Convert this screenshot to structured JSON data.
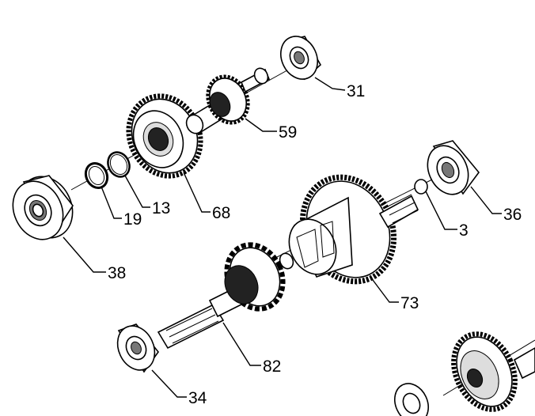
{
  "parts": [
    {
      "id": "label-31",
      "text": "31"
    },
    {
      "id": "label-59",
      "text": "59"
    },
    {
      "id": "label-68",
      "text": "68"
    },
    {
      "id": "label-13",
      "text": "13"
    },
    {
      "id": "label-19",
      "text": "19"
    },
    {
      "id": "label-38",
      "text": "38"
    },
    {
      "id": "label-36",
      "text": "36"
    },
    {
      "id": "label-3",
      "text": "3"
    },
    {
      "id": "label-73",
      "text": "73"
    },
    {
      "id": "label-82",
      "text": "82"
    },
    {
      "id": "label-34",
      "text": "34"
    }
  ]
}
